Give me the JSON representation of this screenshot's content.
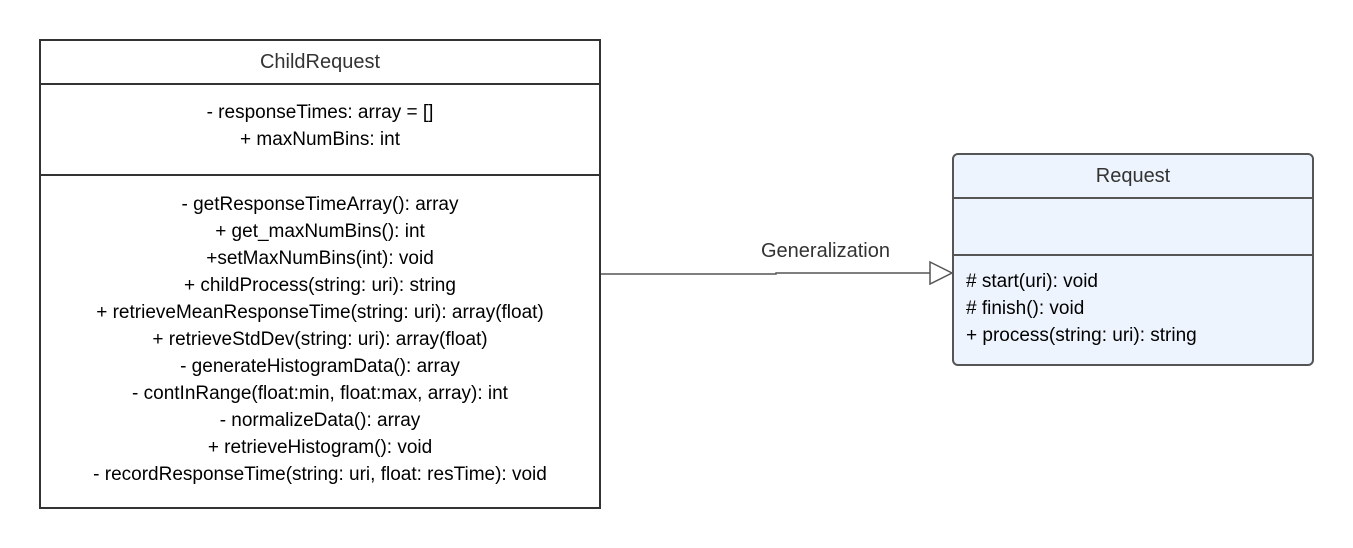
{
  "child_class": {
    "name": "ChildRequest",
    "attributes": [
      "-  responseTimes: array = []",
      "+ maxNumBins: int"
    ],
    "operations": [
      "- getResponseTimeArray(): array",
      "+ get_maxNumBins(): int",
      "+setMaxNumBins(int): void",
      "+ childProcess(string: uri): string",
      "+ retrieveMeanResponseTime(string: uri): array(float)",
      "+ retrieveStdDev(string: uri): array(float)",
      "- generateHistogramData(): array",
      "- contInRange(float:min, float:max, array): int",
      "- normalizeData(): array",
      "+ retrieveHistogram(): void",
      "- recordResponseTime(string: uri, float: resTime): void"
    ]
  },
  "parent_class": {
    "name": "Request",
    "attributes": [],
    "operations": [
      "# start(uri): void",
      "# finish(): void",
      "+ process(string: uri): string"
    ],
    "fill_color": "#eef4fd"
  },
  "relationship": {
    "label": "Generalization",
    "from": "ChildRequest",
    "to": "Request",
    "arrowhead": "hollow-triangle"
  }
}
